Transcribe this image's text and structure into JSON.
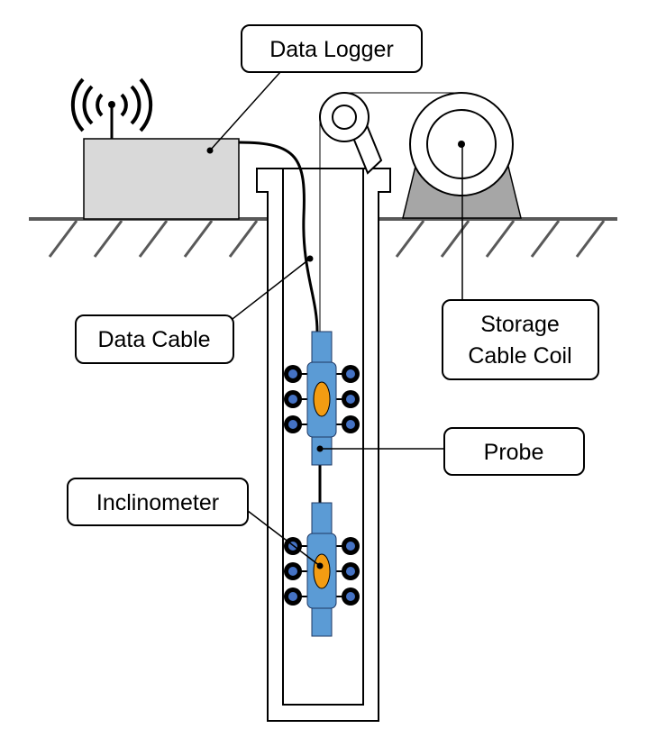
{
  "labels": {
    "data_logger": "Data Logger",
    "data_cable": "Data Cable",
    "storage_line1": "Storage",
    "storage_line2": "Cable Coil",
    "probe": "Probe",
    "inclinometer": "Inclinometer"
  },
  "colors": {
    "probe_body": "#5b9bd5",
    "sensor": "#f39c12",
    "logger_box": "#d9d9d9",
    "coil_stand": "#a6a6a6",
    "ground": "#595959",
    "wheel_hub": "#4472c4"
  },
  "icons": {
    "antenna": "wireless-antenna-icon",
    "pulley": "pulley-wheel-icon",
    "coil": "cable-coil-reel-icon"
  }
}
